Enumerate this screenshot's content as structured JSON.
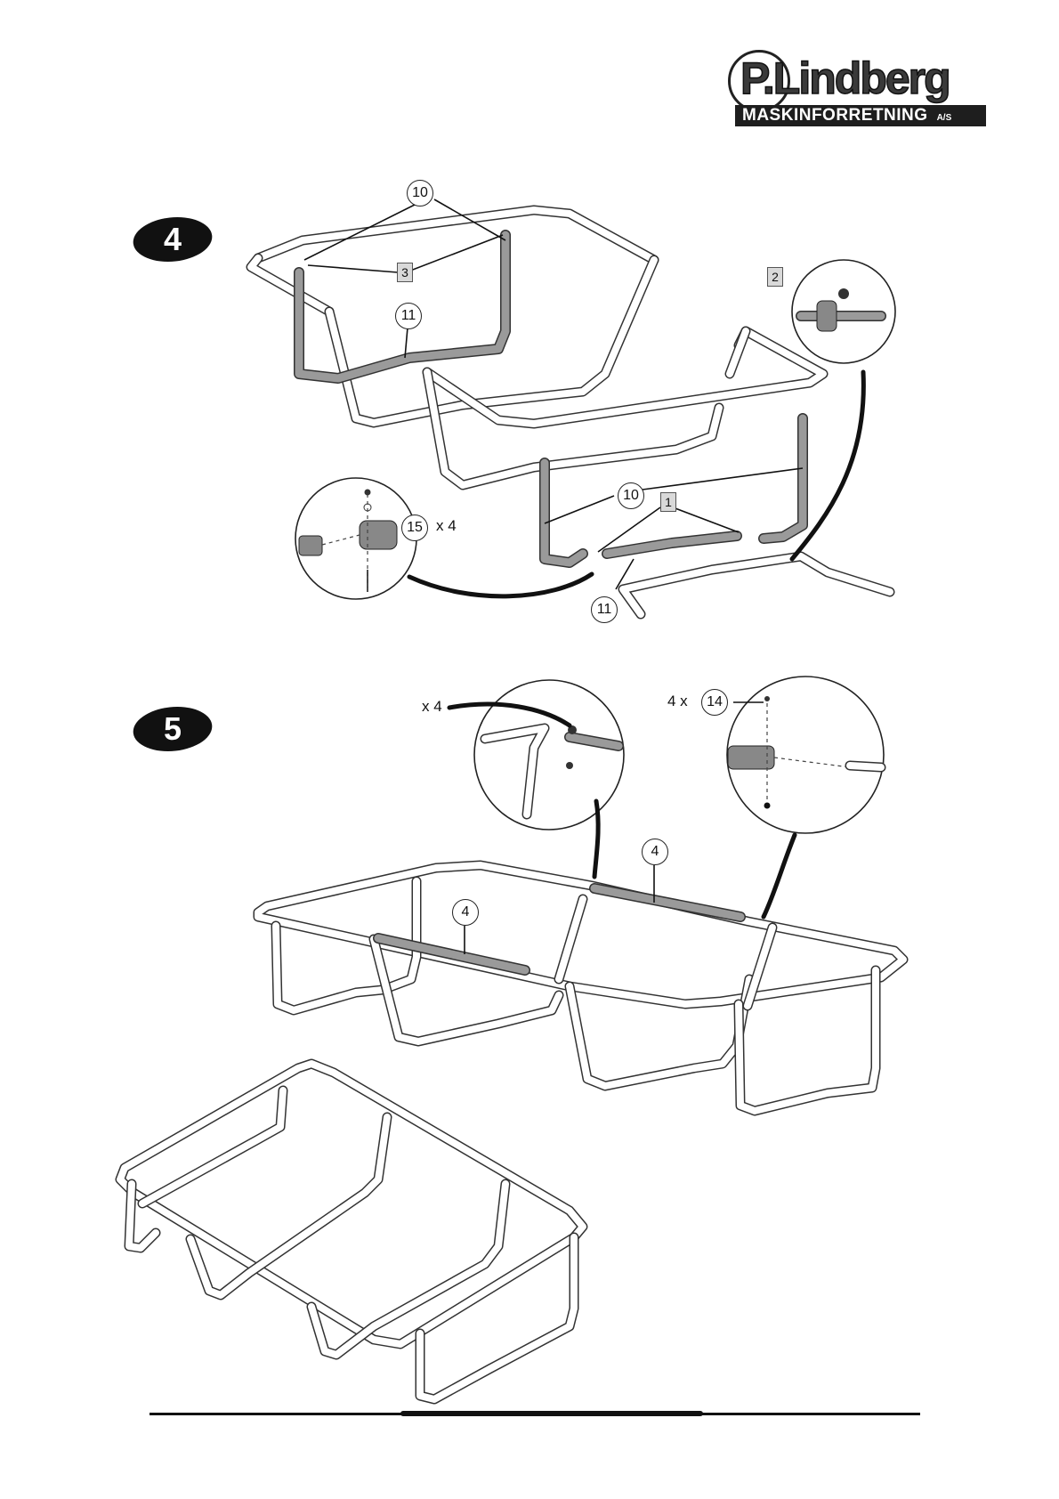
{
  "logo": {
    "name": "P.Lindberg",
    "subtitle": "MASKINFORRETNING",
    "suffix": "A/S"
  },
  "steps": [
    {
      "number": "4"
    },
    {
      "number": "5"
    }
  ],
  "step4": {
    "callout_10_top": "10",
    "tag_3": "3",
    "callout_11_top": "11",
    "tag_2": "2",
    "callout_15": "15",
    "qty_15": "x 4",
    "callout_10_bottom": "10",
    "tag_1": "1",
    "callout_11_bottom": "11"
  },
  "step5": {
    "qty_left": "x 4",
    "qty_14_prefix": "4 x",
    "callout_14": "14",
    "callout_4_right": "4",
    "callout_4_left": "4"
  },
  "colors": {
    "frame": "#ffffff",
    "frame_outline": "#333333",
    "highlighted_part": "#9a9a9a",
    "badge": "#111111"
  }
}
